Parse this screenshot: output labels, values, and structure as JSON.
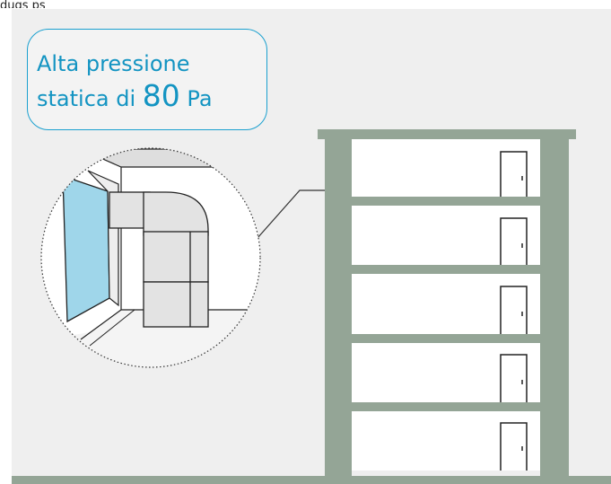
{
  "top_crop_text": "dugs   ps",
  "callout": {
    "line1": "Alta pressione",
    "line2_prefix": "statica di",
    "value": "80",
    "unit": "Pa"
  },
  "colors": {
    "background_panel": "#efefef",
    "structure": "#94a596",
    "callout_text": "#1394c2",
    "callout_border": "#1ba0cf",
    "window_glass": "#9fd6ea",
    "duct": "#e3e3e3"
  },
  "icons": [
    "building-section-icon",
    "duct-unit-icon",
    "door-icon",
    "window-icon"
  ],
  "building": {
    "floors": 5
  }
}
